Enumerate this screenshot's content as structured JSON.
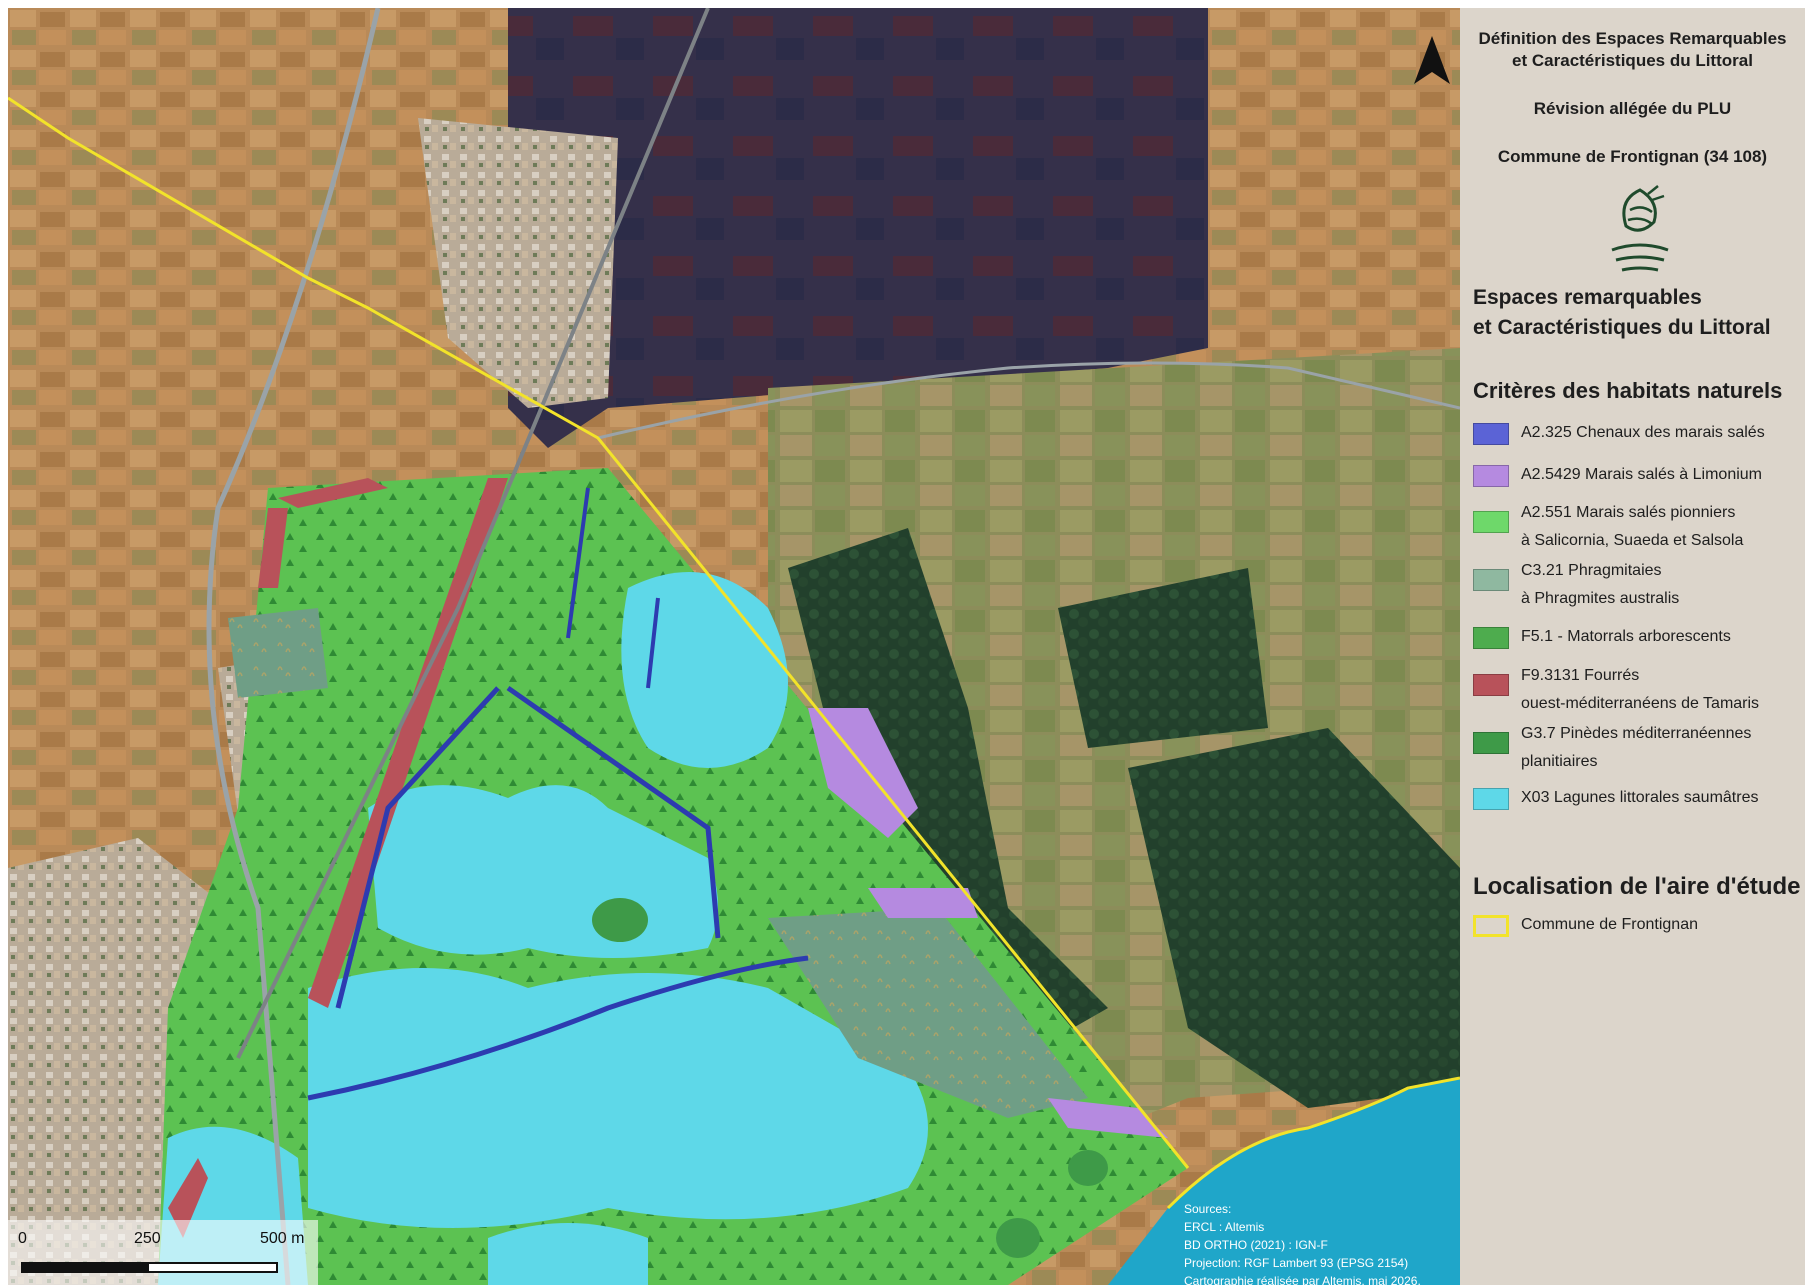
{
  "title": {
    "line1": "Définition des Espaces Remarquables",
    "line2": "et Caractéristiques du Littoral",
    "line3": "Révision allégée du PLU",
    "line4": "Commune de Frontignan (34 108)"
  },
  "logo": {
    "icon": "wave-leaf-logo"
  },
  "section_main": {
    "line1": "Espaces remarquables",
    "line2": "et Caractéristiques du Littoral"
  },
  "section_habitats": "Critères des habitats naturels",
  "habitats": [
    {
      "label1": "A2.325 Chenaux des marais salés",
      "label2": "",
      "color": "#5b63d6"
    },
    {
      "label1": "A2.5429 Marais salés à Limonium",
      "label2": "",
      "color": "#b58ae0"
    },
    {
      "label1": "A2.551 Marais salés pionniers",
      "label2": "à Salicornia, Suaeda et Salsola",
      "color": "#6ed86a"
    },
    {
      "label1": "C3.21 Phragmitaies",
      "label2": "à Phragmites australis",
      "color": "#8fb8a0"
    },
    {
      "label1": "F5.1 - Matorrals arborescents",
      "label2": "",
      "color": "#4eac4e"
    },
    {
      "label1": "F9.3131 Fourrés",
      "label2": "ouest-méditerranéens de Tamaris",
      "color": "#b8525a"
    },
    {
      "label1": "G3.7 Pinèdes méditerranéennes",
      "label2": "planitiaires",
      "color": "#3e9a48"
    },
    {
      "label1": "X03 Lagunes littorales saumâtres",
      "label2": "",
      "color": "#5ed8e8"
    }
  ],
  "section_location": "Localisation de l'aire d'étude",
  "location_item": {
    "label": "Commune de Frontignan",
    "color": "#f2e32a"
  },
  "sources": [
    "Sources:",
    "ERCL : Altemis",
    "BD ORTHO (2021) : IGN-F",
    "Projection: RGF Lambert 93 (EPSG 2154)",
    "Cartographie réalisée par Altemis, mai 2026."
  ],
  "scale": {
    "label0": "0",
    "label1": "250",
    "label2": "500 m"
  },
  "north_arrow": {
    "icon": "north-arrow-icon"
  },
  "colors": {
    "panel": "#dcd5cb",
    "boundary": "#f2e32a",
    "salt_marsh_dark": "#3a2a44",
    "sea": "#1fa6c9"
  }
}
